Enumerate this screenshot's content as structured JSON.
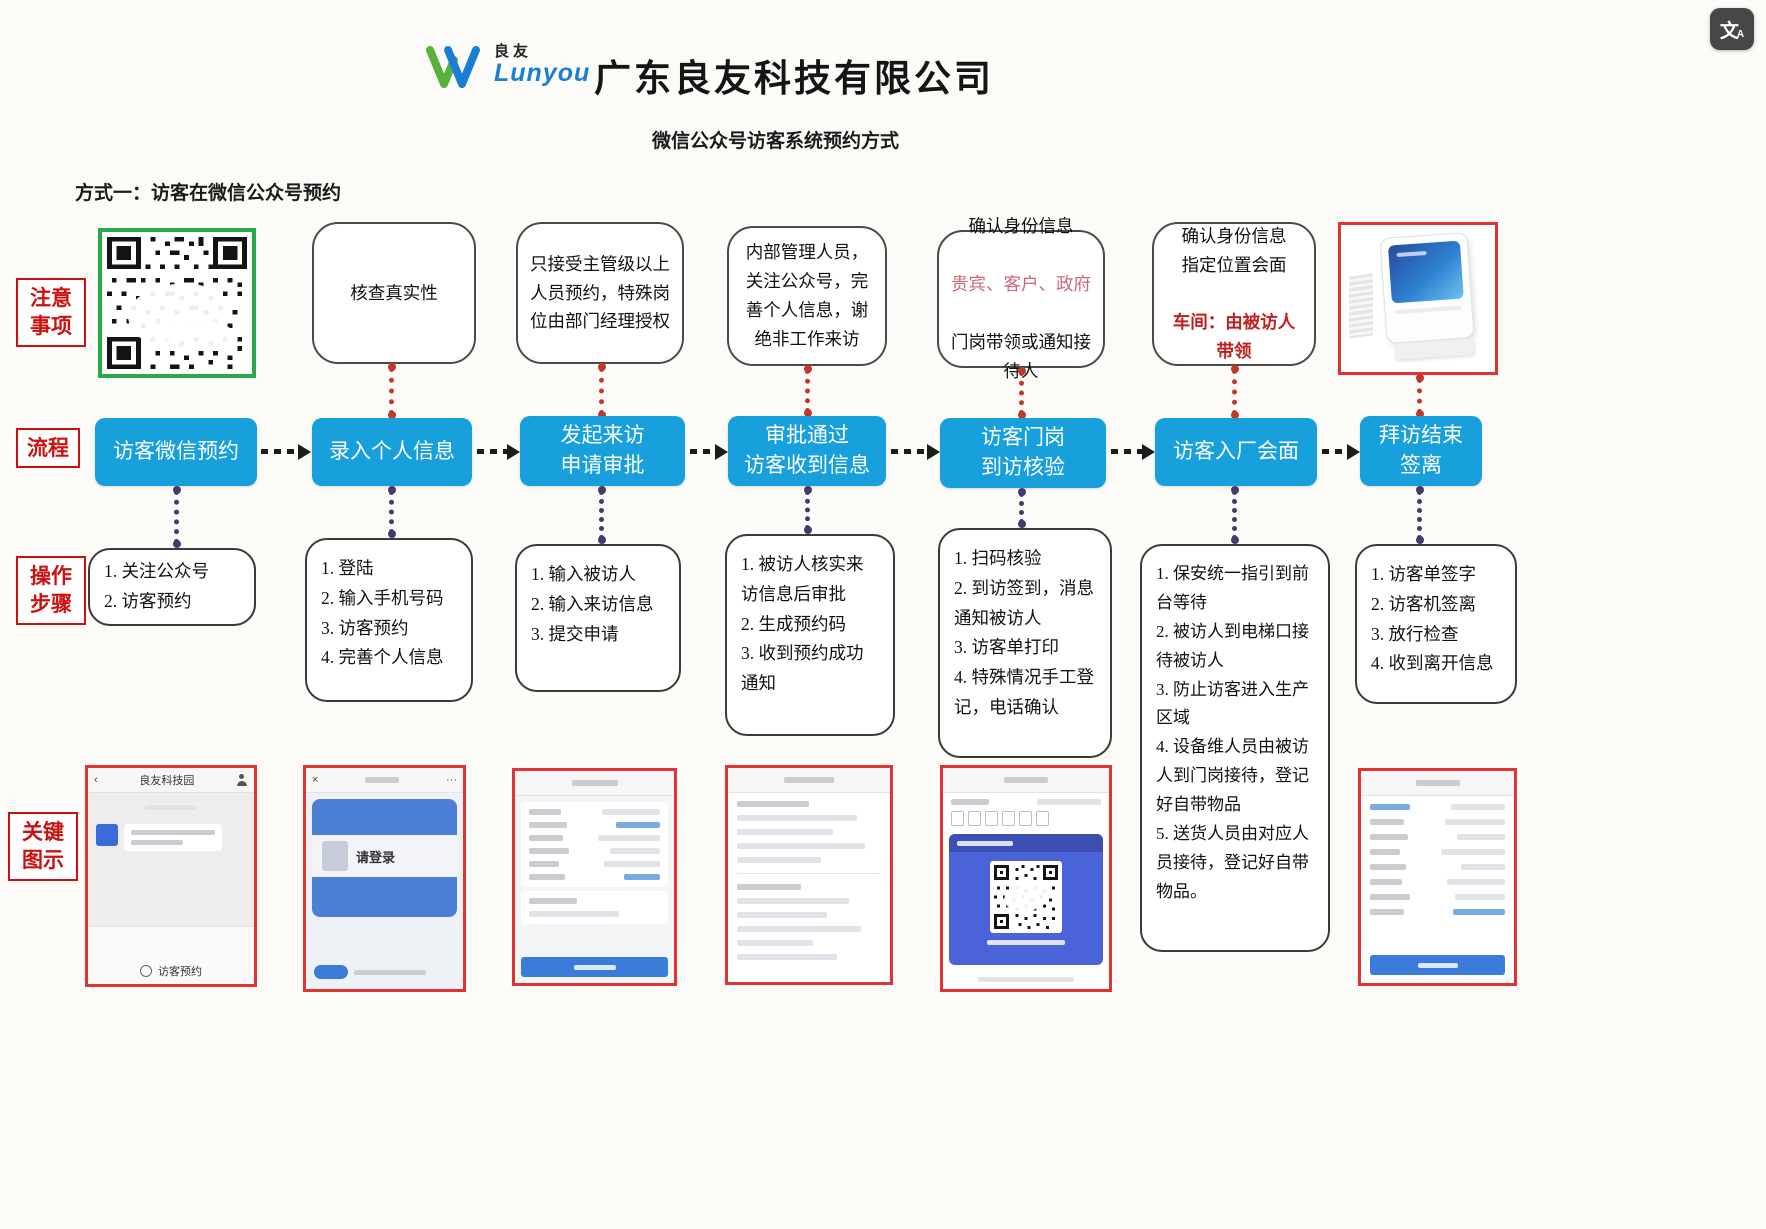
{
  "header": {
    "logo_cn": "良友",
    "logo_en": "Lunyou",
    "company": "广东良友科技有限公司",
    "subtitle": "微信公众号访客系统预约方式",
    "section_title": "方式一：访客在微信公众号预约"
  },
  "row_labels": {
    "notes": "注意\n事项",
    "flow": "流程",
    "steps": "操作\n步骤",
    "screens": "关键\n图示"
  },
  "columns": [
    {
      "flow": "访客微信预约",
      "steps": "1. 关注公众号\n2. 访客预约"
    },
    {
      "note": "核查真实性",
      "flow": "录入个人信息",
      "steps": "1. 登陆\n2. 输入手机号码\n3. 访客预约\n4. 完善个人信息"
    },
    {
      "note": "只接受主管级以上人员预约，特殊岗位由部门经理授权",
      "flow": "发起来访\n申请审批",
      "steps": "1. 输入被访人\n2. 输入来访信息\n3. 提交申请"
    },
    {
      "note": "内部管理人员，关注公众号，完善个人信息，谢绝非工作来访",
      "flow": "审批通过\n访客收到信息",
      "steps": "1. 被访人核实来访信息后审批\n2. 生成预约码\n3. 收到预约成功通知"
    },
    {
      "note_pre": "确认身份信息",
      "note_red": "贵宾、客户、政府",
      "note_post": "门岗带领或通知接待人",
      "flow": "访客门岗\n到访核验",
      "steps": "1. 扫码核验\n2. 到访签到，消息通知被访人\n3. 访客单打印\n4. 特殊情况手工登记，电话确认"
    },
    {
      "note_pre": "确认身份信息\n指定位置会面",
      "note_red": "车间：由被访人带领",
      "flow": "访客入厂会面",
      "steps": "1. 保安统一指引到前台等待\n2. 被访人到电梯口接待被访人\n3. 防止访客进入生产区域\n4. 设备维人员由被访人到门岗接待，登记好自带物品\n5. 送货人员由对应人员接待，登记好自带物品。"
    },
    {
      "flow": "拜访结束\n签离",
      "steps": "1. 访客单签字\n2. 访客机签离\n3. 放行检查\n4. 收到离开信息"
    }
  ],
  "screens": {
    "chat_title": "良友科技园",
    "chat_footer": "访客预约",
    "login_button": "请登录"
  },
  "overlay": {
    "translate_icon": "文",
    "translate_sub": "A"
  },
  "colors": {
    "flow_blue": "#18a0dc",
    "label_red": "#cc1111",
    "connector_red": "#c0392b",
    "connector_purple": "#433a6e",
    "qr_border_green": "#2aa84a",
    "screenshot_border_red": "#e03434"
  }
}
